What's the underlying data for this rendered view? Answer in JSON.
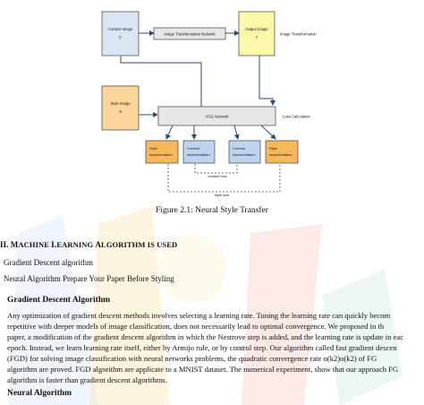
{
  "diagram": {
    "content_image_title": "Content Image",
    "content_image_var": "C",
    "image_transformation_network": "Image Transformation Network",
    "output_image_title": "Output Image",
    "output_image_var": "Y",
    "image_transformation_label": "Image Transformation",
    "style_image_title": "Style Image",
    "style_image_var": "S",
    "vgg_network": "VGG Network",
    "loss_calculation": "Loss Calculation",
    "style_representation_1a": "Style",
    "style_representation_1b": "representation",
    "content_representation_1a": "Content",
    "content_representation_1b": "representation",
    "content_representation_2a": "Content",
    "content_representation_2b": "representation",
    "style_representation_2a": "Style",
    "style_representation_2b": "representation",
    "content_loss": "content loss",
    "style_loss": "style loss"
  },
  "figure_caption": "Figure 2.1: Neural Style Transfer",
  "section_heading": {
    "numeral": "II.",
    "title_first_letters": [
      "M",
      "L",
      "A"
    ],
    "title_words": [
      "ACHINE",
      "EARNING",
      "LGORITHM IS USED"
    ]
  },
  "list_item_1": "Gradient Descent algorithm",
  "list_item_2": "Neural Algorithm Prepare Your Paper Before Styling",
  "subsection_1": "Gradient Descent Algorithm",
  "paragraph_1": [
    "Any optimization of gradient descent methods involves selecting a learning rate. Tuning the learning rate can quickly becom",
    "repetitive with deeper models of image classification, does not necessarily lead to optimal convergence. We proposed in th",
    "paper, a modification of the gradient descent algorithm in which the Nestrove step is added, and the learning rate is update in eac",
    "epoch. Instead, we learn learning rate itself, either by Armijo rule, or by control step. Our algorithm called fast gradient descen",
    "(FGD) for solving image classification with neural networks problems, the quadratic convergence rate o(k2)o(k2) of FG",
    "algorithm are proved. FGD algorithm are applicate to a MNIST dataset. The numerical experiment, show that our approach FG",
    "algorithm is faster than gradient descent algorithms."
  ],
  "subsection_2": "Neural Algorithm",
  "colors": {
    "content_box": "#dbe6f4",
    "output_box": "#fbf7a8",
    "style_box": "#fbd49a",
    "style_rep": "#f6b85a",
    "content_rep": "#bcd4ee",
    "gray_box": "#e6e6e6",
    "arrow": "#2d4a73"
  }
}
